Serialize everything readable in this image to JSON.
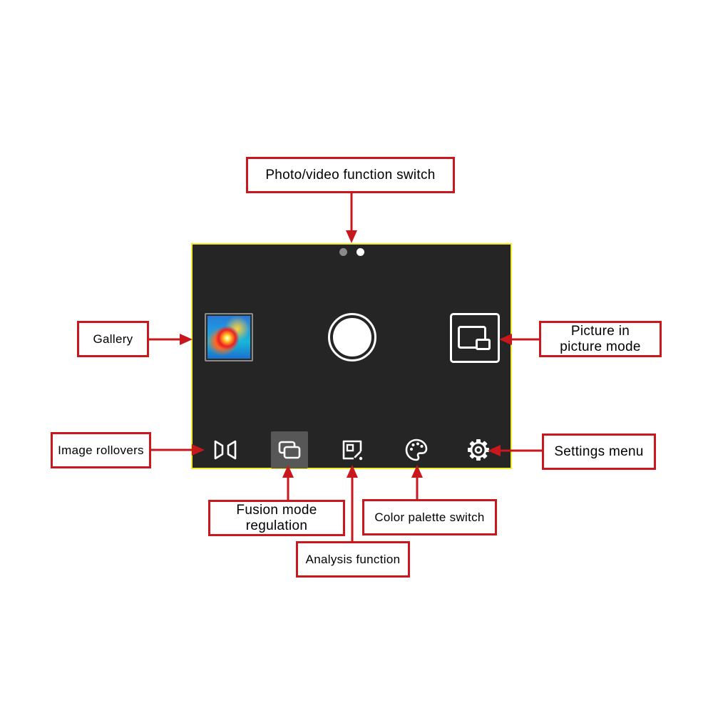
{
  "labels": {
    "photo_video": "Photo/video function switch",
    "gallery": "Gallery",
    "pip_line1": "Picture in",
    "pip_line2": "picture mode",
    "image_rollovers": "Image rollovers",
    "settings_menu": "Settings menu",
    "fusion_line1": "Fusion mode",
    "fusion_line2": "regulation",
    "color_palette": "Color palette switch",
    "analysis": "Analysis function"
  },
  "page_indicator": {
    "pages": 2,
    "active_index": 1
  },
  "icons": {
    "gallery_thumbnail": "thermal-image-thumbnail",
    "shutter": "shutter-button-icon",
    "pip": "picture-in-picture-icon",
    "rollover": "image-rollover-icon",
    "fusion": "fusion-mode-icon",
    "analysis": "analysis-icon",
    "palette": "color-palette-icon",
    "settings": "gear-icon"
  },
  "colors": {
    "callout_border": "#c8171d",
    "arrow": "#c8171d",
    "screen_background": "#252525",
    "screen_border": "#f3eb2a",
    "icon": "#ffffff",
    "active_tool_background": "#575757"
  }
}
